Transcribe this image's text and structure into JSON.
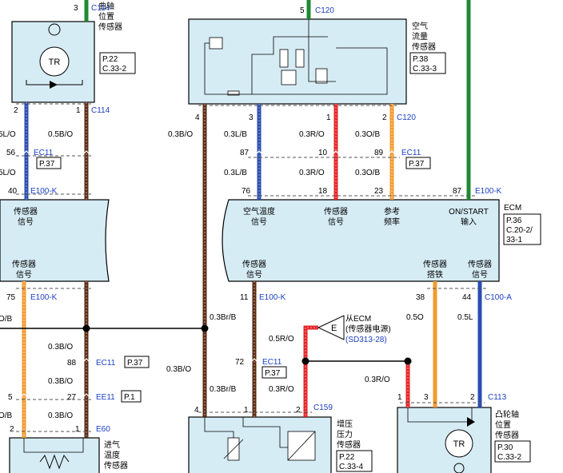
{
  "components": {
    "ckp": {
      "name_lines": [
        "曲轴",
        "位置",
        "传感器"
      ],
      "symbol": "TR",
      "ref_lines": [
        "P.22",
        "C.33-2"
      ]
    },
    "maf": {
      "name_lines": [
        "空气",
        "流量",
        "传感器"
      ],
      "ref_lines": [
        "P.38",
        "C.33-3"
      ]
    },
    "ecm": {
      "name": "ECM",
      "ref_lines": [
        "P.36",
        "C.20-2/",
        "33-1"
      ],
      "left_top_lines": [
        "传感器",
        "信号"
      ],
      "left_bottom_lines": [
        "传感器",
        "信号"
      ],
      "top_labels": [
        {
          "lines": [
            "空气温度",
            "信号"
          ]
        },
        {
          "lines": [
            "传感器",
            "信号"
          ]
        },
        {
          "lines": [
            "参考",
            "频率"
          ]
        },
        {
          "lines": [
            "ON/START",
            "输入"
          ]
        }
      ],
      "bottom_labels": [
        {
          "lines": [
            "传感器",
            "信号"
          ]
        },
        {
          "lines": [
            "传感器",
            "搭铁"
          ]
        },
        {
          "lines": [
            "传感器",
            "信号"
          ]
        }
      ]
    },
    "boost": {
      "name_lines": [
        "增压",
        "压力",
        "传感器"
      ],
      "ref_lines": [
        "P.22",
        "C.33-4"
      ]
    },
    "cmp": {
      "name_lines": [
        "凸轮轴",
        "位置",
        "传感器"
      ],
      "symbol": "TR",
      "ref_lines": [
        "P.30",
        "C.33-2"
      ]
    },
    "iat": {
      "name_lines": [
        "进气",
        "温度",
        "传感器"
      ]
    },
    "ecm_power": {
      "symbol": "E",
      "lines": [
        "从ECM",
        "(传感器电源)"
      ],
      "ref": "(SD313-28)"
    }
  },
  "connectors": {
    "c114_top": "C114",
    "c114": "C114",
    "c120_top": "C120",
    "c120": "C120",
    "ec11_a": "EC11",
    "ec11_b": "EC11",
    "ec11_c": "EC11",
    "e100k_a": "E100-K",
    "e100k_b": "E100-K",
    "e100k_c": "E100-K",
    "e100k_d": "E100-K",
    "c100a": "C100-A",
    "ee11": "EE11",
    "e60": "E60",
    "c159": "C159",
    "c113": "C113"
  },
  "page_refs": {
    "p37_a": "P.37",
    "p37_b": "P.37",
    "p37_c": "P.37",
    "p37_d": "P.37",
    "p1": "P.1"
  },
  "pins": {
    "ckp_top": "3",
    "maf_top": "5",
    "ckp_2": "2",
    "ckp_1": "1",
    "maf_4": "4",
    "maf_3": "3",
    "maf_1": "1",
    "maf_2": "2",
    "ec_56": "56",
    "ec_87a": "87",
    "ec_10": "10",
    "ec_89": "89",
    "e_40": "40",
    "e_76": "76",
    "e_18": "18",
    "e_23": "23",
    "e_87": "87",
    "e_75": "75",
    "e_11": "11",
    "e_38": "38",
    "e_44": "44",
    "ec_88": "88",
    "ec_72": "72",
    "ee_5": "5",
    "ee_27": "27",
    "e60_2": "2",
    "e60_1": "1",
    "bp_4": "4",
    "bp_1": "1",
    "bp_2": "2",
    "cmp_1": "1",
    "cmp_3": "3",
    "cmp_2": "2"
  },
  "wires": {
    "l_05l_o_a": "5L/O",
    "l_05l_o_b": "5L/O",
    "l_05b_o": "0.5B/O",
    "l_o_b": "O/B",
    "l_o_b2": "O/B",
    "w_03b_o_a": "0.3B/O",
    "w_03l_b_a": "0.3L/B",
    "w_03r_o_a": "0.3R/O",
    "w_03o_b_a": "0.3O/B",
    "w_03l_b_b": "0.3L/B",
    "w_03r_o_b": "0.3R/O",
    "w_03o_b_b": "0.3O/B",
    "w_03b_o_b": "0.3B/O",
    "w_03b_o_c": "0.3B/O",
    "w_03b_o_d": "0.3B/O",
    "w_03b_o_e": "0.3B/O",
    "w_03br_b_a": "0.3Br/B",
    "w_03br_b_b": "0.3Br/B",
    "w_05o": "0.5O",
    "w_05l": "0.5L",
    "w_05r_o": "0.5R/O",
    "w_03r_o_c": "0.3R/O",
    "w_03r_o_d": "0.3R/O"
  },
  "colors": {
    "brown": "#5a2d12",
    "blue": "#2a4db5",
    "red": "#e62424",
    "orange": "#f29a2e",
    "green": "#1e8a32",
    "fill": "#d6ecf5",
    "conn_text": "#1a3fc4"
  }
}
